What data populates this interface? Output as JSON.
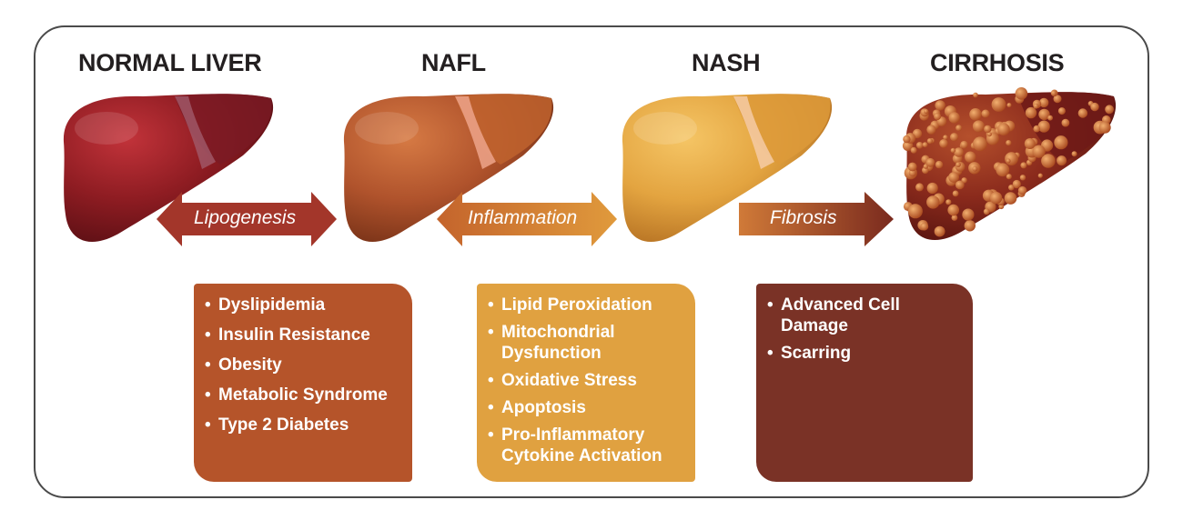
{
  "stages": [
    {
      "title": "NORMAL LIVER"
    },
    {
      "title": "NAFL"
    },
    {
      "title": "NASH"
    },
    {
      "title": "CIRRHOSIS"
    }
  ],
  "arrows": [
    {
      "label": "Lipogenesis",
      "color": "#a3362a"
    },
    {
      "label": "Inflammation",
      "color": "#d07a32"
    },
    {
      "label": "Fibrosis",
      "color": "#8a3a26"
    }
  ],
  "boxes": [
    {
      "color": "#b5542a",
      "items": [
        "Dyslipidemia",
        "Insulin Resistance",
        "Obesity",
        "Metabolic Syndrome",
        "Type 2 Diabetes"
      ]
    },
    {
      "color": "#e0a140",
      "items": [
        "Lipid Peroxidation",
        "Mitochondrial Dysfunction",
        "Oxidative Stress",
        "Apoptosis",
        "Pro-Inflammatory Cytokine Activation"
      ]
    },
    {
      "color": "#7a3226",
      "items": [
        "Advanced Cell Damage",
        "Scarring"
      ]
    }
  ],
  "colors": {
    "normal_liver": "#8e1c22",
    "nafl_liver": "#b0532c",
    "nash_liver": "#e3a440",
    "cirrhosis_liver": "#8a2a1c",
    "frame": "#4a4a4a"
  }
}
